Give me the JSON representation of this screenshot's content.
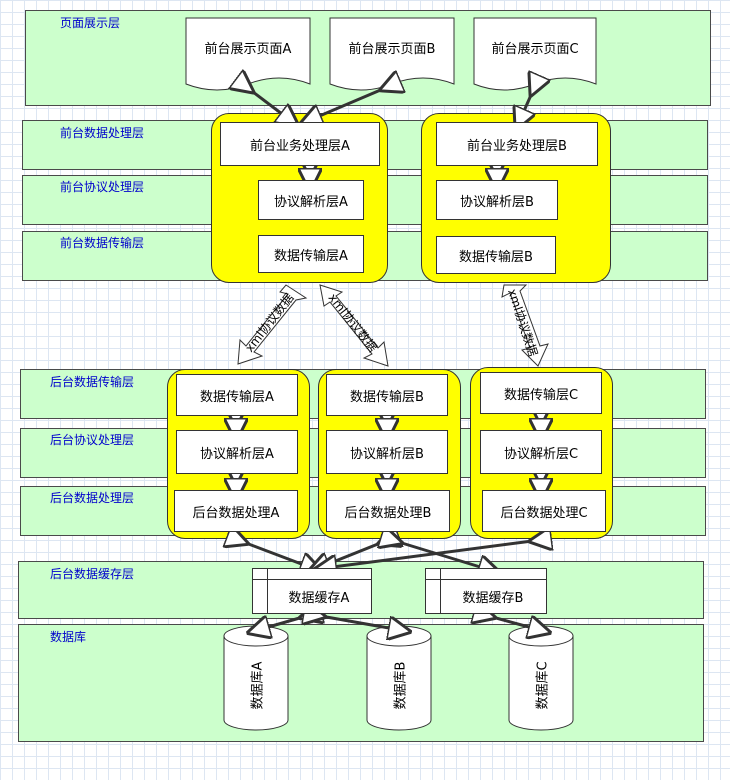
{
  "layers": {
    "page_display": "页面展示层",
    "front_data_processing": "前台数据处理层",
    "front_protocol_processing": "前台协议处理层",
    "front_data_transfer": "前台数据传输层",
    "back_data_transfer": "后台数据传输层",
    "back_protocol_processing": "后台协议处理层",
    "back_data_processing": "后台数据处理层",
    "back_data_cache": "后台数据缓存层",
    "database": "数据库"
  },
  "pages": {
    "a": "前台展示页面A",
    "b": "前台展示页面B",
    "c": "前台展示页面C"
  },
  "front": {
    "a": {
      "business": "前台业务处理层A",
      "protocol": "协议解析层A",
      "transfer": "数据传输层A"
    },
    "b": {
      "business": "前台业务处理层B",
      "protocol": "协议解析层B",
      "transfer": "数据传输层B"
    }
  },
  "back": {
    "a": {
      "transfer": "数据传输层A",
      "protocol": "协议解析层A",
      "processing": "后台数据处理A"
    },
    "b": {
      "transfer": "数据传输层B",
      "protocol": "协议解析层B",
      "processing": "后台数据处理B"
    },
    "c": {
      "transfer": "数据传输层C",
      "protocol": "协议解析层C",
      "processing": "后台数据处理C"
    }
  },
  "cache": {
    "a": "数据缓存A",
    "b": "数据缓存B"
  },
  "databases": {
    "a": "数据库A",
    "b": "数据库B",
    "c": "数据库C"
  },
  "arrow_labels": {
    "left": "xml协议数据",
    "middle": "xml协议数据",
    "right": "xml协议数据"
  }
}
